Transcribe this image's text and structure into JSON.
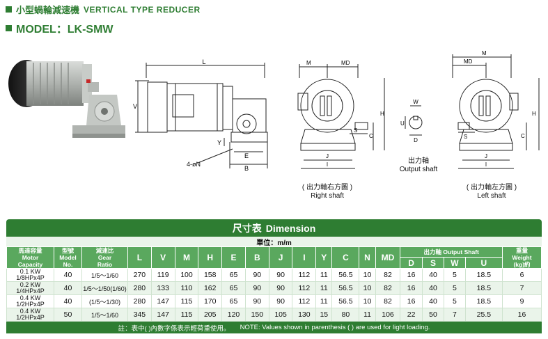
{
  "header": {
    "title_zh": "小型蝸輪減速機",
    "title_en": "VERTICAL TYPE REDUCER",
    "model": "MODEL：LK-SMW"
  },
  "drawing": {
    "front_labels": {
      "L": "L",
      "V": "V",
      "Y": "Y",
      "E": "E",
      "B": "B",
      "bolt": "4-øN"
    },
    "right_labels": {
      "M": "M",
      "MD": "MD",
      "H": "H",
      "C": "C",
      "S": "S",
      "J": "J",
      "I": "I"
    },
    "shaft_labels": {
      "W": "W",
      "U": "U",
      "D": "D"
    },
    "left_labels": {
      "M": "M",
      "MD": "MD",
      "H": "H",
      "C": "C",
      "S": "S",
      "J": "J",
      "I": "I"
    },
    "output_shaft_zh": "出力軸",
    "output_shaft_en": "Output shaft",
    "right_shaft_zh": "( 出力軸右方圖 )",
    "right_shaft_en": "Right shaft",
    "left_shaft_zh": "( 出力軸左方圖 )",
    "left_shaft_en": "Left shaft"
  },
  "table": {
    "title_zh": "尺寸表",
    "title_en": "Dimension",
    "unit": "單位：m/m",
    "headers": {
      "capacity_zh": "馬達容量",
      "capacity_en1": "Motor",
      "capacity_en2": "Capacity",
      "model_zh": "型號",
      "model_en1": "Model",
      "model_en2": "No.",
      "ratio_zh": "減速比",
      "ratio_en1": "Gear",
      "ratio_en2": "Ratio",
      "L": "L",
      "V": "V",
      "M": "M",
      "H": "H",
      "E": "E",
      "B": "B",
      "J": "J",
      "I": "I",
      "Y": "Y",
      "C": "C",
      "N": "N",
      "MD": "MD",
      "shaft": "出力軸  Output Shaft",
      "D": "D",
      "S": "S",
      "W": "W",
      "U": "U",
      "weight_zh": "重量",
      "weight_en1": "Weight",
      "weight_en2": "(kg)約"
    },
    "rows": [
      {
        "cap1": "0.1 KW",
        "cap2": "1/8HPx4P",
        "model": "40",
        "ratio": "1/5～1/60",
        "L": "270",
        "V": "119",
        "M": "100",
        "H": "158",
        "E": "65",
        "B": "90",
        "J": "90",
        "I": "112",
        "Y": "11",
        "C": "56.5",
        "N": "10",
        "MD": "82",
        "D": "16",
        "S": "40",
        "W": "5",
        "U": "18.5",
        "weight": "6"
      },
      {
        "cap1": "0.2 KW",
        "cap2": "1/4HPx4P",
        "model": "40",
        "ratio": "1/5～1/50(1/60)",
        "L": "280",
        "V": "133",
        "M": "110",
        "H": "162",
        "E": "65",
        "B": "90",
        "J": "90",
        "I": "112",
        "Y": "11",
        "C": "56.5",
        "N": "10",
        "MD": "82",
        "D": "16",
        "S": "40",
        "W": "5",
        "U": "18.5",
        "weight": "7"
      },
      {
        "cap1": "0.4 KW",
        "cap2": "1/2HPx4P",
        "model": "40",
        "ratio": "(1/5～1/30)",
        "L": "280",
        "V": "147",
        "M": "115",
        "H": "170",
        "E": "65",
        "B": "90",
        "J": "90",
        "I": "112",
        "Y": "11",
        "C": "56.5",
        "N": "10",
        "MD": "82",
        "D": "16",
        "S": "40",
        "W": "5",
        "U": "18.5",
        "weight": "9"
      },
      {
        "cap1": "0.4 KW",
        "cap2": "1/2HPx4P",
        "model": "50",
        "ratio": "1/5～1/60",
        "L": "345",
        "V": "147",
        "M": "115",
        "H": "205",
        "E": "120",
        "B": "150",
        "J": "105",
        "I": "130",
        "Y": "15",
        "C": "80",
        "N": "11",
        "MD": "106",
        "D": "22",
        "S": "50",
        "W": "7",
        "U": "25.5",
        "weight": "16"
      }
    ],
    "note_zh": "註：表中(  )內數字係表示輕荷重使用。",
    "note_en": "NOTE: Values shown in parenthesis ( ) are used for light loading."
  }
}
